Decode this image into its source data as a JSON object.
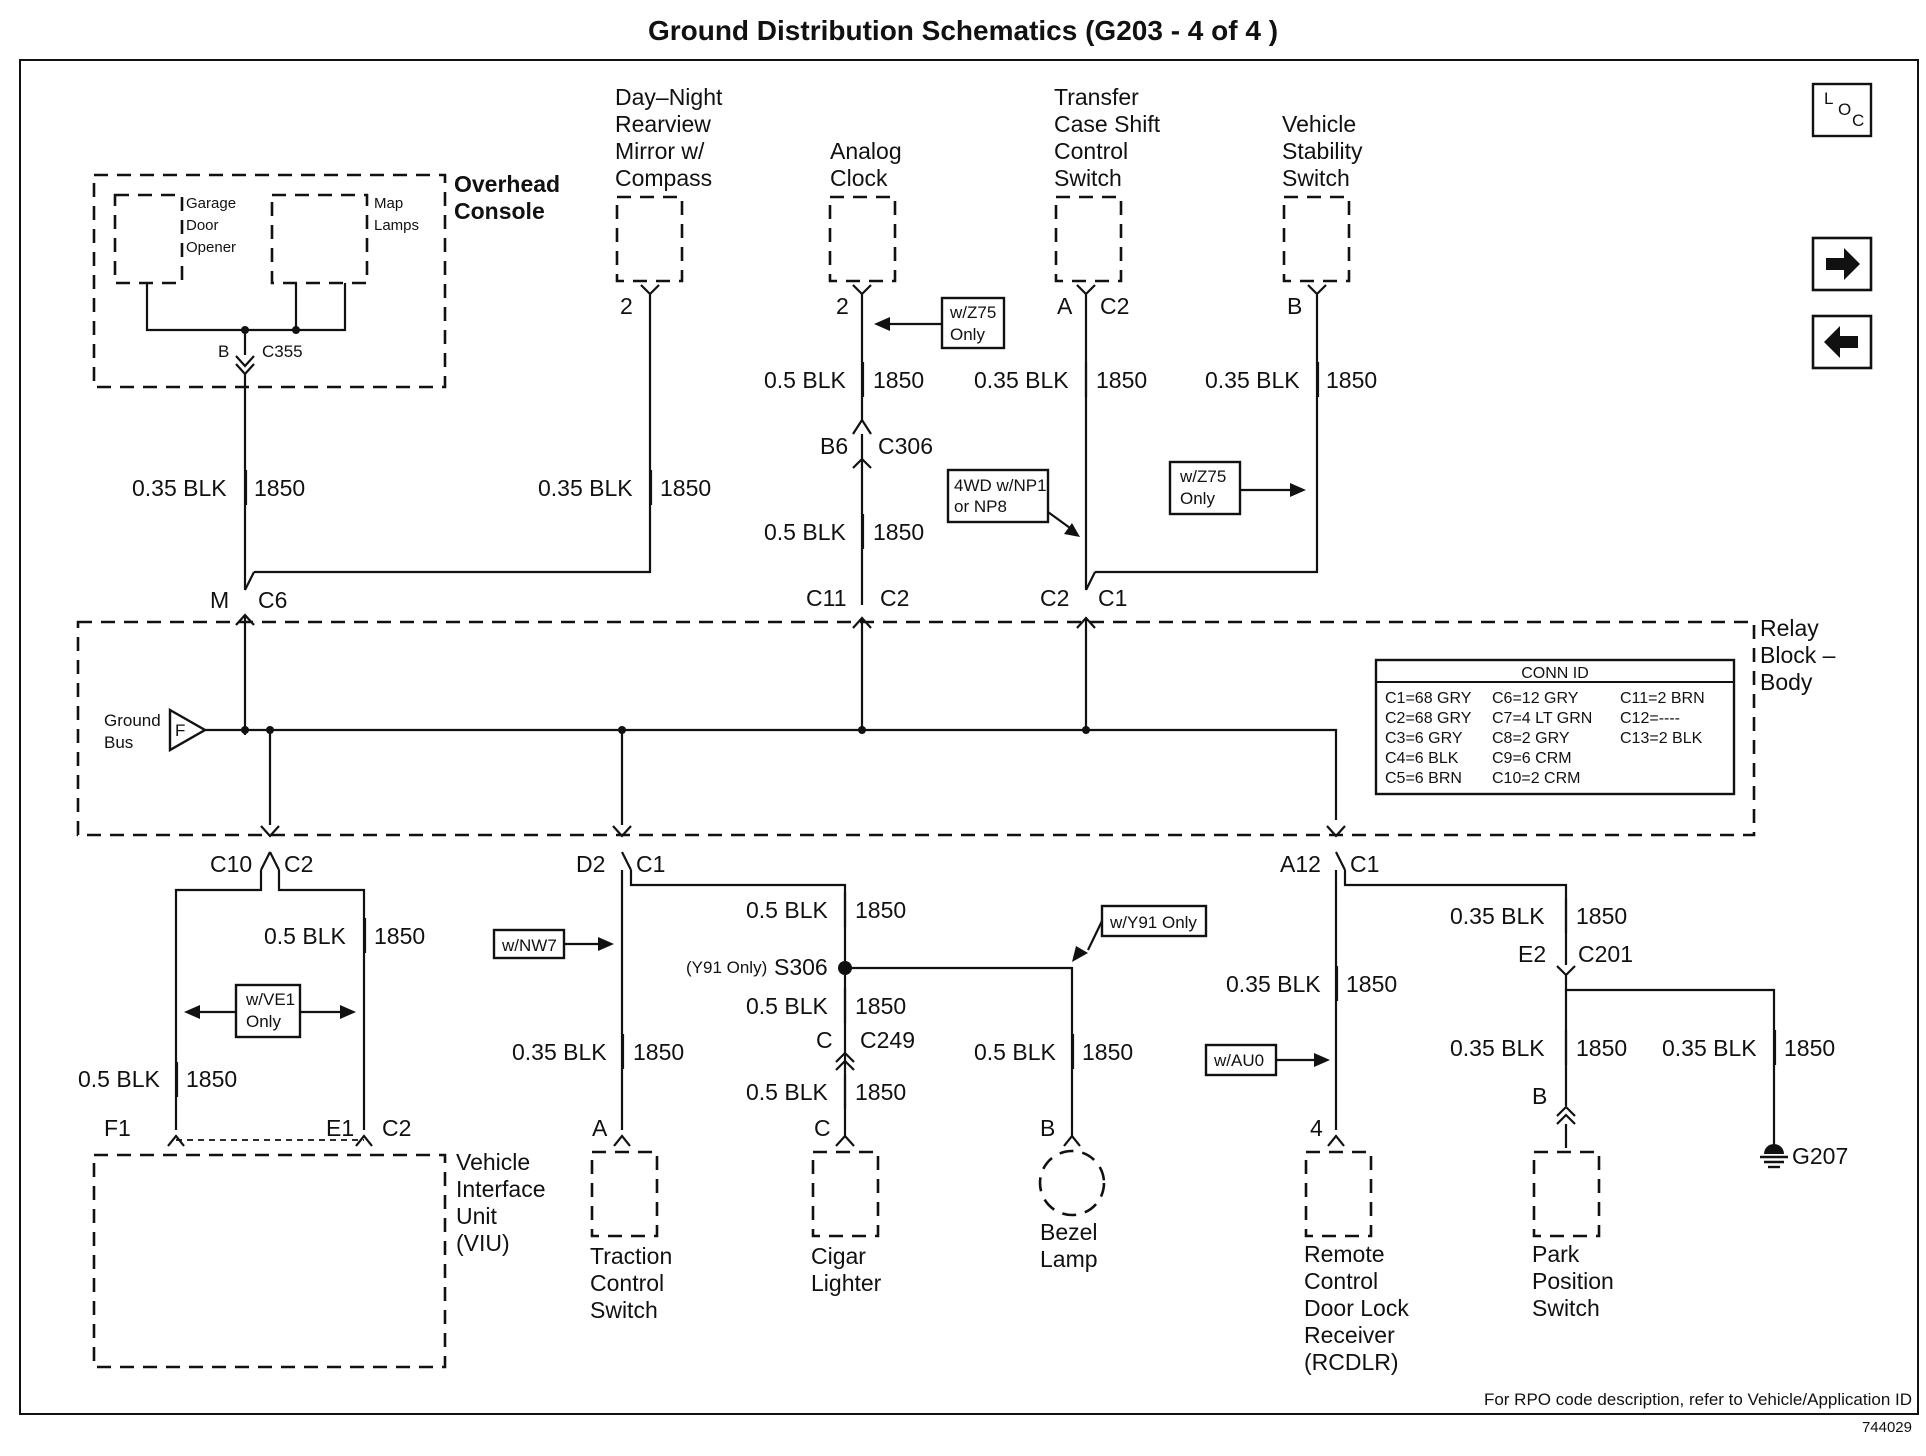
{
  "title": "Ground Distribution Schematics (G203 - 4 of 4 )",
  "nav": {
    "loc_label": "LOC",
    "loc_l": "L",
    "loc_o": "O",
    "loc_c": "C",
    "next": "next-arrow",
    "prev": "prev-arrow"
  },
  "overhead_console": {
    "label_1": "Overhead",
    "label_2": "Console",
    "garage_1": "Garage",
    "garage_2": "Door",
    "garage_3": "Opener",
    "map_1": "Map",
    "map_2": "Lamps",
    "pin": "B",
    "conn": "C355"
  },
  "mirror": {
    "l1": "Day–Night",
    "l2": "Rearview",
    "l3": "Mirror w/",
    "l4": "Compass",
    "pin": "2"
  },
  "clock": {
    "l1": "Analog",
    "l2": "Clock",
    "pin": "2",
    "option": "w/Z75",
    "option2": "Only"
  },
  "transfer": {
    "l1": "Transfer",
    "l2": "Case Shift",
    "l3": "Control",
    "l4": "Switch",
    "pin": "A",
    "conn": "C2"
  },
  "stability": {
    "l1": "Vehicle",
    "l2": "Stability",
    "l3": "Switch",
    "pin": "B",
    "option": "w/Z75",
    "option2": "Only"
  },
  "option_4wd": {
    "l1": "4WD w/NP1",
    "l2": "or NP8"
  },
  "wires": {
    "w035": "0.35 BLK",
    "w05": "0.5 BLK",
    "circuit": "1850"
  },
  "connectors": {
    "m": "M",
    "c6": "C6",
    "b6": "B6",
    "c306": "C306",
    "c11": "C11",
    "c2": "C2",
    "c1": "C1",
    "c10": "C10",
    "d2": "D2",
    "a12": "A12",
    "f1": "F1",
    "e1": "E1",
    "e2": "E2",
    "c201": "C201",
    "c": "C",
    "c249": "C249",
    "b": "B",
    "a": "A",
    "four": "4",
    "s306_pre": "(Y91 Only)",
    "s306": "S306"
  },
  "relay_block": {
    "l1": "Relay",
    "l2": "Block –",
    "l3": "Body",
    "ground_1": "Ground",
    "ground_2": "Bus",
    "pin": "F"
  },
  "conn_id": {
    "header": "CONN ID",
    "col1": [
      "C1=68 GRY",
      "C2=68 GRY",
      "C3=6 GRY",
      "C4=6 BLK",
      "C5=6 BRN"
    ],
    "col2": [
      "C6=12 GRY",
      "C7=4 LT GRN",
      "C8=2 GRY",
      "C9=6 CRM",
      "C10=2 CRM"
    ],
    "col3": [
      "C11=2 BRN",
      "C12=----",
      "C13=2 BLK"
    ]
  },
  "viu": {
    "l1": "Vehicle",
    "l2": "Interface",
    "l3": "Unit",
    "l4": "(VIU)",
    "option": "w/VE1",
    "option2": "Only"
  },
  "traction": {
    "l1": "Traction",
    "l2": "Control",
    "l3": "Switch",
    "option": "w/NW7"
  },
  "cigar": {
    "l1": "Cigar",
    "l2": "Lighter"
  },
  "bezel": {
    "l1": "Bezel",
    "l2": "Lamp",
    "option": "w/Y91 Only"
  },
  "rcdlr": {
    "l1": "Remote",
    "l2": "Control",
    "l3": "Door Lock",
    "l4": "Receiver",
    "l5": "(RCDLR)",
    "option": "w/AU0"
  },
  "park": {
    "l1": "Park",
    "l2": "Position",
    "l3": "Switch"
  },
  "ground": {
    "label": "G207"
  },
  "footer": {
    "note": "For RPO code description, refer to Vehicle/Application ID",
    "figure": "744029"
  }
}
